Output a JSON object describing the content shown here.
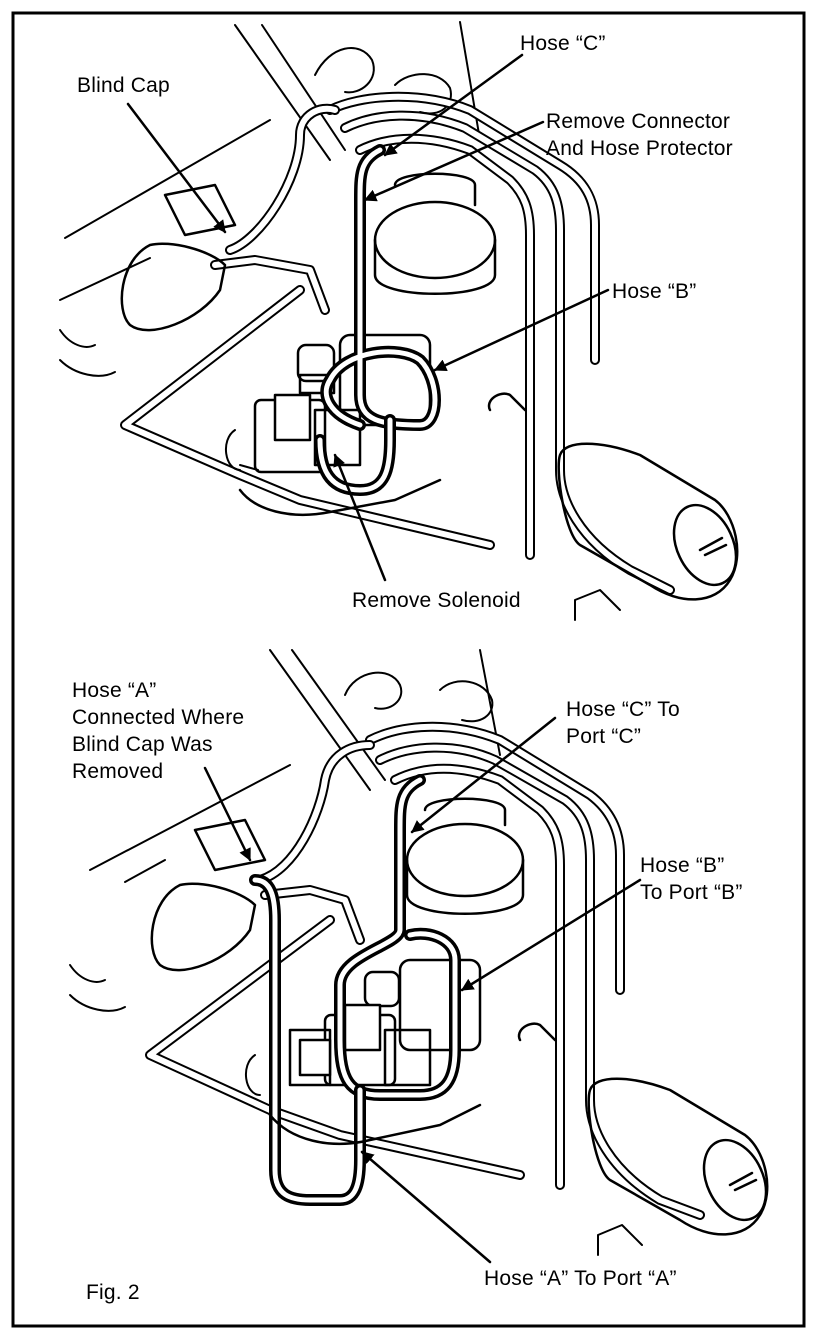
{
  "figure": {
    "caption": "Fig. 2"
  },
  "top_view": {
    "labels": {
      "blind_cap": "Blind Cap",
      "hose_c": "Hose “C”",
      "remove_connector_line1": "Remove Connector",
      "remove_connector_line2": "And Hose Protector",
      "hose_b": "Hose “B”",
      "remove_solenoid": "Remove Solenoid"
    }
  },
  "bottom_view": {
    "labels": {
      "hose_a_line1": "Hose “A”",
      "hose_a_line2": "Connected Where",
      "hose_a_line3": "Blind Cap Was",
      "hose_a_line4": "Removed",
      "hose_c_to_port_line1": "Hose “C” To",
      "hose_c_to_port_line2": "Port “C”",
      "hose_b_to_port_line1": "Hose “B”",
      "hose_b_to_port_line2": "To Port “B”",
      "hose_a_to_port": "Hose “A” To Port “A”"
    }
  },
  "colors": {
    "ink": "#000000",
    "paper": "#ffffff"
  }
}
